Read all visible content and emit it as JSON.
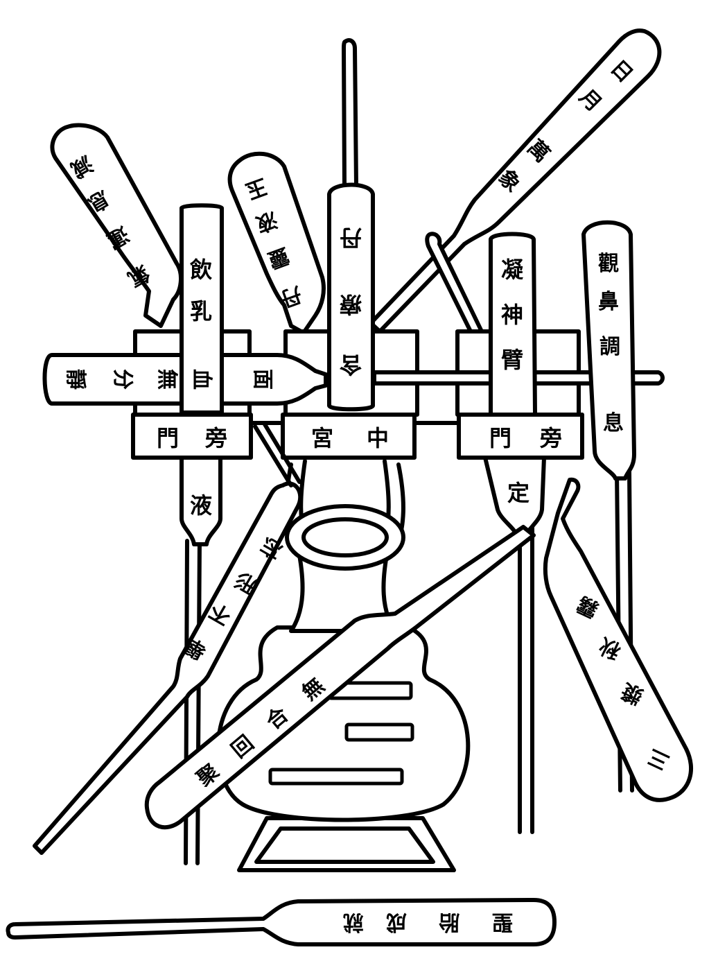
{
  "colors": {
    "ink": "#000000",
    "paper": "#ffffff"
  },
  "gates": {
    "left": [
      "門",
      "旁"
    ],
    "center": [
      "宮",
      "中"
    ],
    "right": [
      "門",
      "旁"
    ]
  },
  "sticks": {
    "sun_moon": [
      "日",
      "月",
      "萬",
      "象"
    ],
    "breath": [
      "減",
      "息",
      "運",
      "氣"
    ],
    "jade": [
      "玉",
      "液",
      "靈",
      "丹"
    ],
    "elixir": [
      "丹",
      "療",
      "含"
    ],
    "milk": [
      "飲",
      "乳"
    ],
    "liquid": [
      "液"
    ],
    "blood": [
      "靜",
      "分",
      "無",
      "血",
      "面"
    ],
    "spirit": [
      "凝",
      "神",
      "臂"
    ],
    "nose": [
      "觀",
      "鼻",
      "調",
      "息"
    ],
    "calm": [
      "定"
    ],
    "pill_fall": [
      "忘",
      "形",
      "不",
      "舉"
    ],
    "return": [
      "聚",
      "回",
      "合",
      "無"
    ],
    "three": [
      "三",
      "漿",
      "秋",
      "霧"
    ],
    "bottom": [
      "聖",
      "胎",
      "成",
      "就"
    ]
  }
}
